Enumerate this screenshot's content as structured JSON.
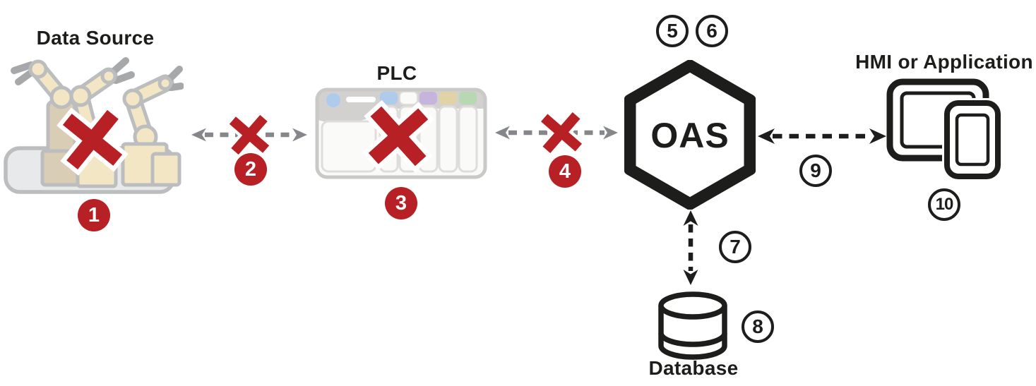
{
  "palette": {
    "error_red": "#b72025",
    "ink": "#1d1d1b",
    "link_gray": "#85878a",
    "fade_stroke": "#bcbdbf",
    "base_fill": "#e8e9eb",
    "robot_tan": "#f2e6c4",
    "robot_gray_tan": "#d9cdb6",
    "gripper_gray": "#a7a8aa",
    "plc_header": "#d2d1d0",
    "plc_body": "#fafaf9",
    "plc_slot_stroke": "#dedddb",
    "plc_blue": "#aecbec",
    "plc_purple": "#c6b4dd",
    "plc_tan": "#e2d3a6",
    "plc_green": "#b7d8b0"
  },
  "nodes": {
    "data_source": {
      "label": "Data Source",
      "marker": "1",
      "failed": true
    },
    "plc": {
      "label": "PLC",
      "marker": "3",
      "failed": true
    },
    "oas": {
      "label": "OAS",
      "markers": [
        "5",
        "6"
      ]
    },
    "hmi": {
      "label": "HMI or Application",
      "marker": "10"
    },
    "database": {
      "label": "Database",
      "marker": "8"
    }
  },
  "links": {
    "source_to_plc": {
      "style": "gray-dashed-double-arrow",
      "marker": "2",
      "failed": true
    },
    "plc_to_oas": {
      "style": "gray-dashed-double-arrow",
      "marker": "4",
      "failed": true
    },
    "oas_to_hmi": {
      "style": "black-dashed-double-arrow",
      "marker": "9",
      "failed": false
    },
    "oas_to_database": {
      "style": "black-dashed-double-arrow",
      "marker": "7",
      "failed": false
    }
  }
}
